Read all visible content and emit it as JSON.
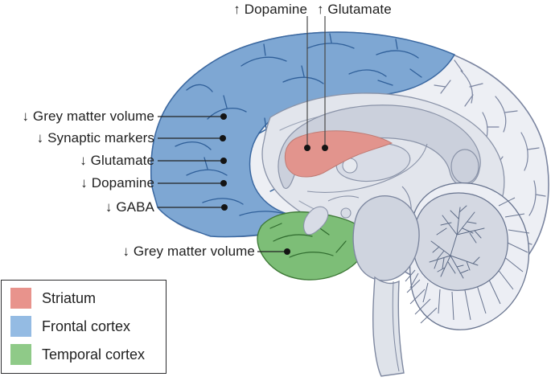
{
  "annotations": {
    "striatum_increase": [
      {
        "label": "↑ Dopamine"
      },
      {
        "label": "↑ Glutamate"
      }
    ],
    "frontal_cortex_decrease": [
      {
        "label": "↓ Grey matter volume"
      },
      {
        "label": "↓ Synaptic markers"
      },
      {
        "label": "↓ Glutamate"
      },
      {
        "label": "↓ Dopamine"
      },
      {
        "label": "↓ GABA"
      }
    ],
    "temporal_cortex_decrease": [
      {
        "label": "↓ Grey matter volume"
      }
    ]
  },
  "legend": {
    "items": [
      {
        "label": "Striatum",
        "color": "#e8938c"
      },
      {
        "label": "Frontal cortex",
        "color": "#94bbe3"
      },
      {
        "label": "Temporal cortex",
        "color": "#8fca88"
      }
    ]
  },
  "colors": {
    "frontal_region": "#7ea7d3",
    "frontal_outline": "#3a68a1",
    "striatum_region": "#e2948d",
    "temporal_region": "#7dbe77",
    "temporal_outline": "#3f7a38",
    "cortex_fill": "#edeff4",
    "cortex_outline": "#7b85a0",
    "inner_grey": "#e2e5ec",
    "corpus_callosum_grey": "#cbd0dc",
    "annotation_line": "#222222",
    "text": "#1f1f1f"
  }
}
